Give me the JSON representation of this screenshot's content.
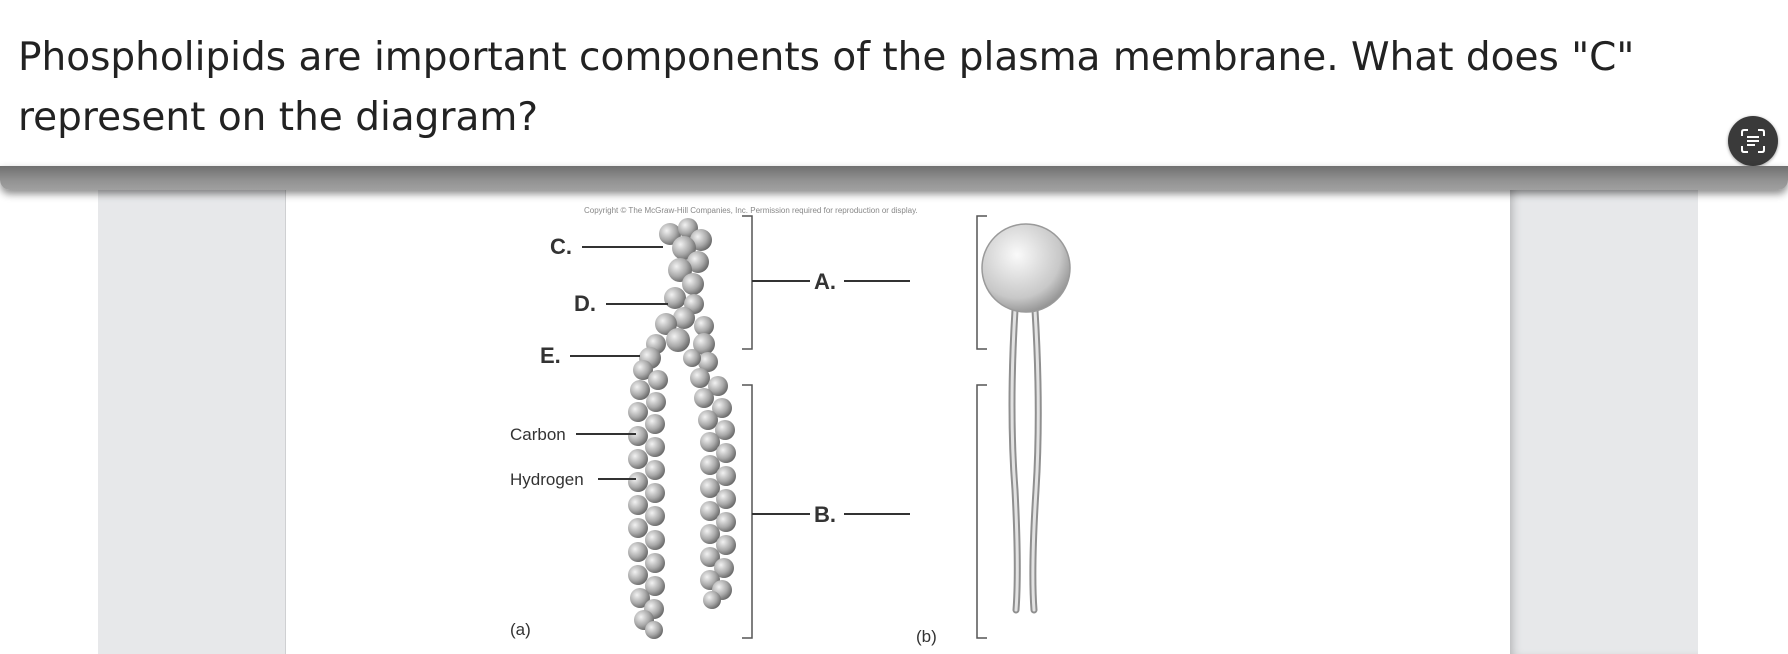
{
  "question": {
    "text": "Phospholipids are important components of the plasma membrane. What does \"C\" represent on the diagram?"
  },
  "toolbar": {
    "ocr_icon": "text-scan-icon"
  },
  "figure": {
    "copyright": "Copyright © The McGraw-Hill Companies, Inc. Permission required for reproduction or display.",
    "labels": {
      "c": "C.",
      "d": "D.",
      "e": "E.",
      "carbon": "Carbon",
      "hydrogen": "Hydrogen",
      "a": "A.",
      "b": "B.",
      "panel_a": "(a)",
      "panel_b": "(b)"
    }
  },
  "colors": {
    "divider": "#8a8a8a",
    "gutter": "#e7e8ea",
    "button": "#3a3a3a"
  }
}
